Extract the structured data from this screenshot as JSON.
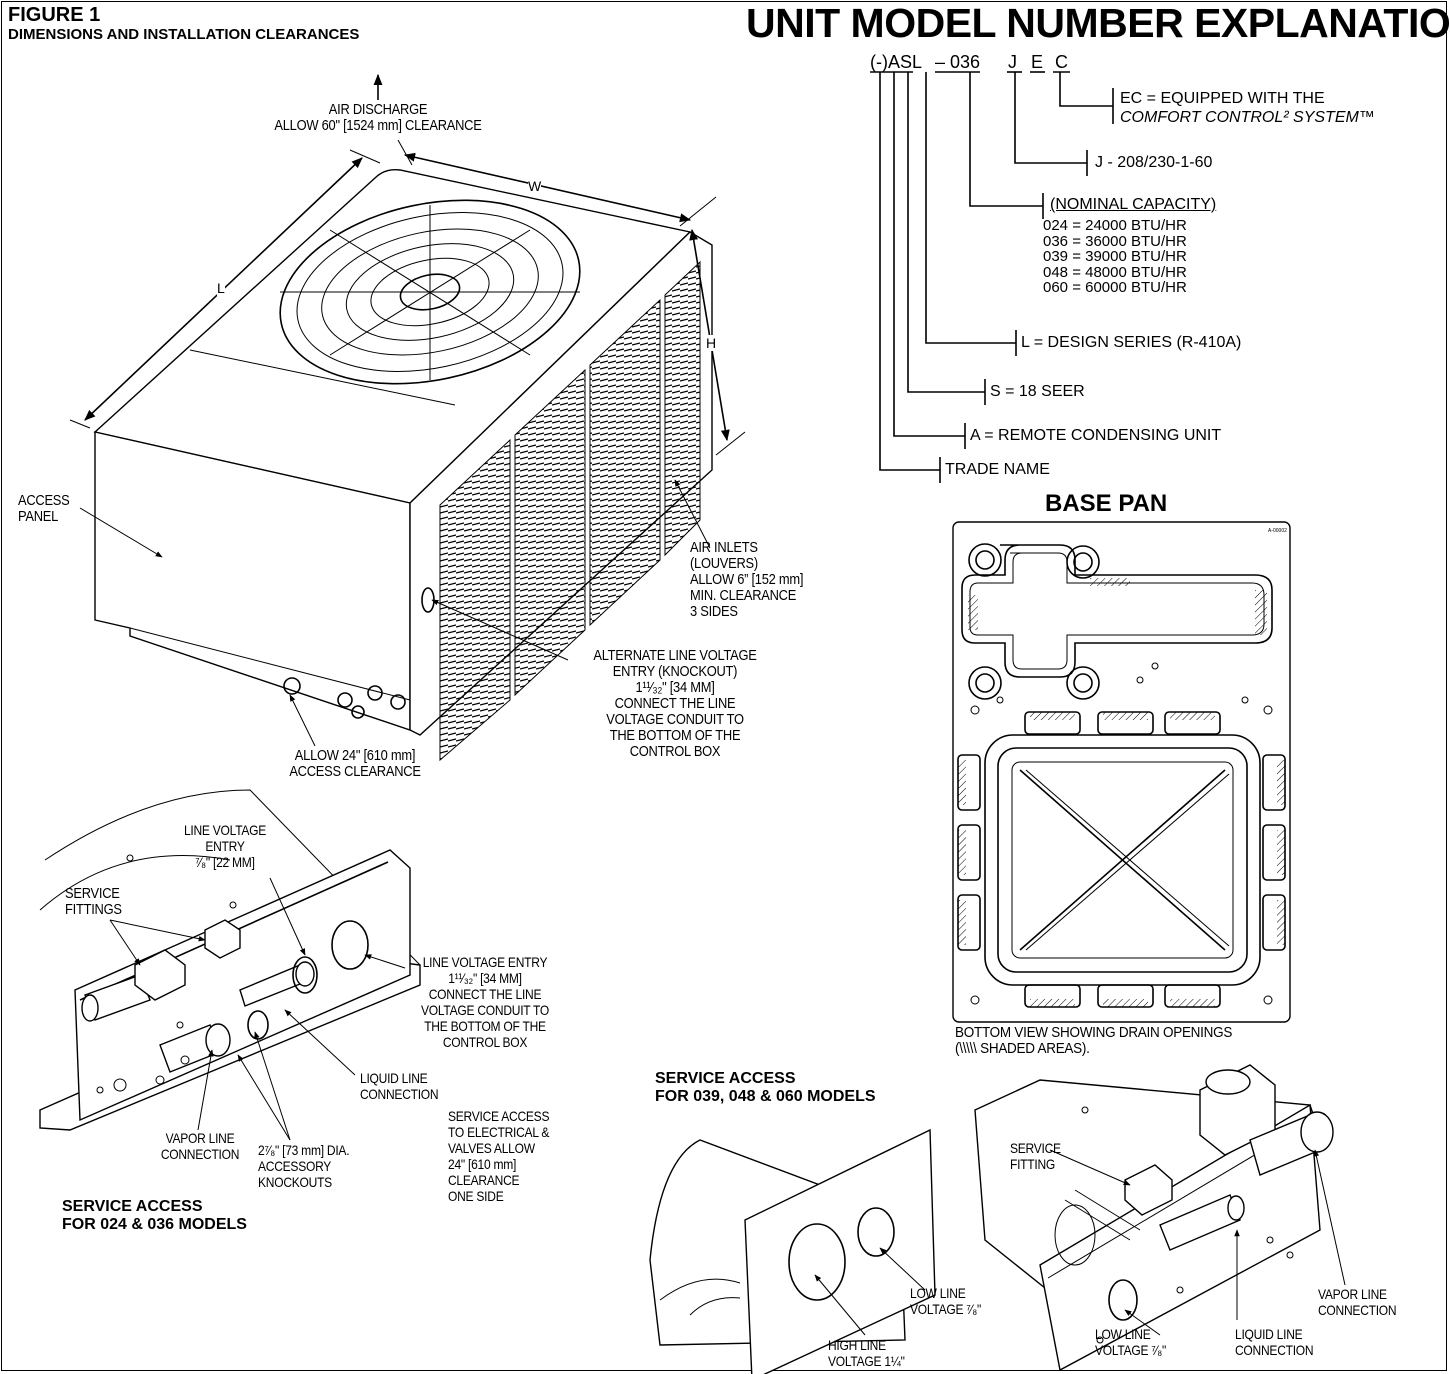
{
  "figure": {
    "number": "FIGURE 1",
    "subtitle": "DIMENSIONS AND INSTALLATION CLEARANCES"
  },
  "model_explanation": {
    "title": "UNIT MODEL NUMBER EXPLANATION",
    "code_parts": [
      "(-)ASL",
      "– 036",
      "J",
      "E",
      "C"
    ],
    "labels": {
      "ec_line1": "EC = EQUIPPED WITH THE",
      "ec_line2": "COMFORT CONTROL² SYSTEM™",
      "voltage": "J - 208/230-1-60",
      "capacity_header": "(NOMINAL CAPACITY)",
      "capacity_rows": [
        "024 = 24000 BTU/HR",
        "036 = 36000 BTU/HR",
        "039 = 39000 BTU/HR",
        "048 = 48000 BTU/HR",
        "060 = 60000 BTU/HR"
      ],
      "design_series": "L = DESIGN SERIES (R-410A)",
      "seer": "S = 18 SEER",
      "remote": "A = REMOTE CONDENSING UNIT",
      "trade_name": "TRADE NAME"
    }
  },
  "unit_callouts": {
    "air_discharge_1": "AIR DISCHARGE",
    "air_discharge_2": "ALLOW 60\" [1524 mm] CLEARANCE",
    "dim_w": "W",
    "dim_l": "L",
    "dim_h": "H",
    "access_panel_1": "ACCESS",
    "access_panel_2": "PANEL",
    "air_inlets": [
      "AIR INLETS",
      "(LOUVERS)",
      "ALLOW 6” [152 mm]",
      "MIN. CLEARANCE",
      "3 SIDES"
    ],
    "alt_entry": [
      "ALTERNATE LINE VOLTAGE",
      "ENTRY (KNOCKOUT)",
      "1¹¹⁄₃₂\" [34 MM]",
      "CONNECT THE LINE",
      "VOLTAGE CONDUIT TO",
      "THE BOTTOM OF THE",
      "CONTROL BOX"
    ],
    "access_clear": [
      "ALLOW 24\" [610 mm]",
      "ACCESS CLEARANCE"
    ]
  },
  "service_small": {
    "title_1": "SERVICE ACCESS",
    "title_2": "FOR 024 & 036 MODELS",
    "line_voltage_entry": [
      "LINE VOLTAGE",
      "ENTRY",
      "⁷⁄₈\" [22 MM]"
    ],
    "service_fittings": [
      "SERVICE",
      "FITTINGS"
    ],
    "lv_entry_large": [
      "LINE VOLTAGE ENTRY",
      "1¹¹⁄₃₂\" [34 MM]",
      "CONNECT THE LINE",
      "VOLTAGE CONDUIT TO",
      "THE BOTTOM OF THE",
      "CONTROL BOX"
    ],
    "liquid_line": [
      "LIQUID LINE",
      "CONNECTION"
    ],
    "vapor_line": [
      "VAPOR LINE",
      "CONNECTION"
    ],
    "knockouts": [
      "2⁷⁄₈\" [73 mm] DIA.",
      "ACCESSORY",
      "KNOCKOUTS"
    ],
    "service_clear": [
      "SERVICE ACCESS",
      "TO ELECTRICAL &",
      "VALVES ALLOW",
      "24\" [610 mm]",
      "CLEARANCE",
      "ONE SIDE"
    ]
  },
  "base_pan": {
    "title": "BASE PAN",
    "code": "A-00002",
    "caption_1": "BOTTOM VIEW SHOWING DRAIN OPENINGS",
    "caption_2": "(\\\\\\\\\\ SHADED AREAS)."
  },
  "service_large": {
    "title_1": "SERVICE ACCESS",
    "title_2": "FOR 039, 048 & 060 MODELS",
    "service_fitting": [
      "SERVICE",
      "FITTING"
    ],
    "low_line_a": [
      "LOW LINE",
      "VOLTAGE ⁷⁄₈\""
    ],
    "high_line": [
      "HIGH LINE",
      "VOLTAGE 1¼\""
    ],
    "low_line_b": [
      "LOW LINE",
      "VOLTAGE ⁷⁄₈\""
    ],
    "liquid_line": [
      "LIQUID LINE",
      "CONNECTION"
    ],
    "vapor_line": [
      "VAPOR LINE",
      "CONNECTION"
    ]
  }
}
